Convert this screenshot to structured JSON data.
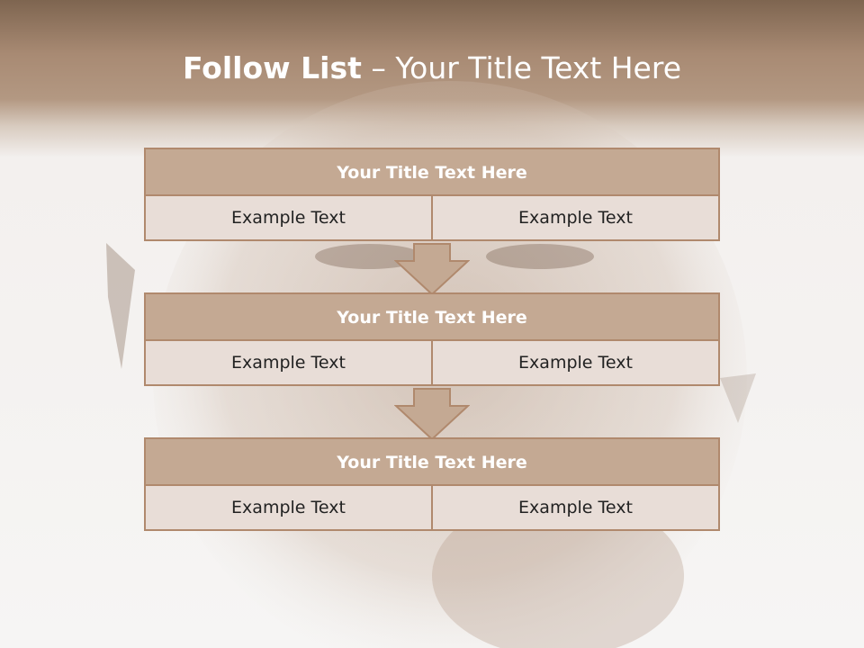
{
  "slide": {
    "title_bold": "Follow List",
    "title_rest": "– Your Title Text Here"
  },
  "blocks": [
    {
      "title": "Your Title Text Here",
      "left": "Example Text",
      "right": "Example Text"
    },
    {
      "title": "Your Title Text Here",
      "left": "Example Text",
      "right": "Example Text"
    },
    {
      "title": "Your Title Text Here",
      "left": "Example Text",
      "right": "Example Text"
    }
  ],
  "colors": {
    "header_fill": "#c4a993",
    "cell_fill": "#e8ddd7",
    "border": "#b0896d",
    "title_band": "#a88a73"
  }
}
